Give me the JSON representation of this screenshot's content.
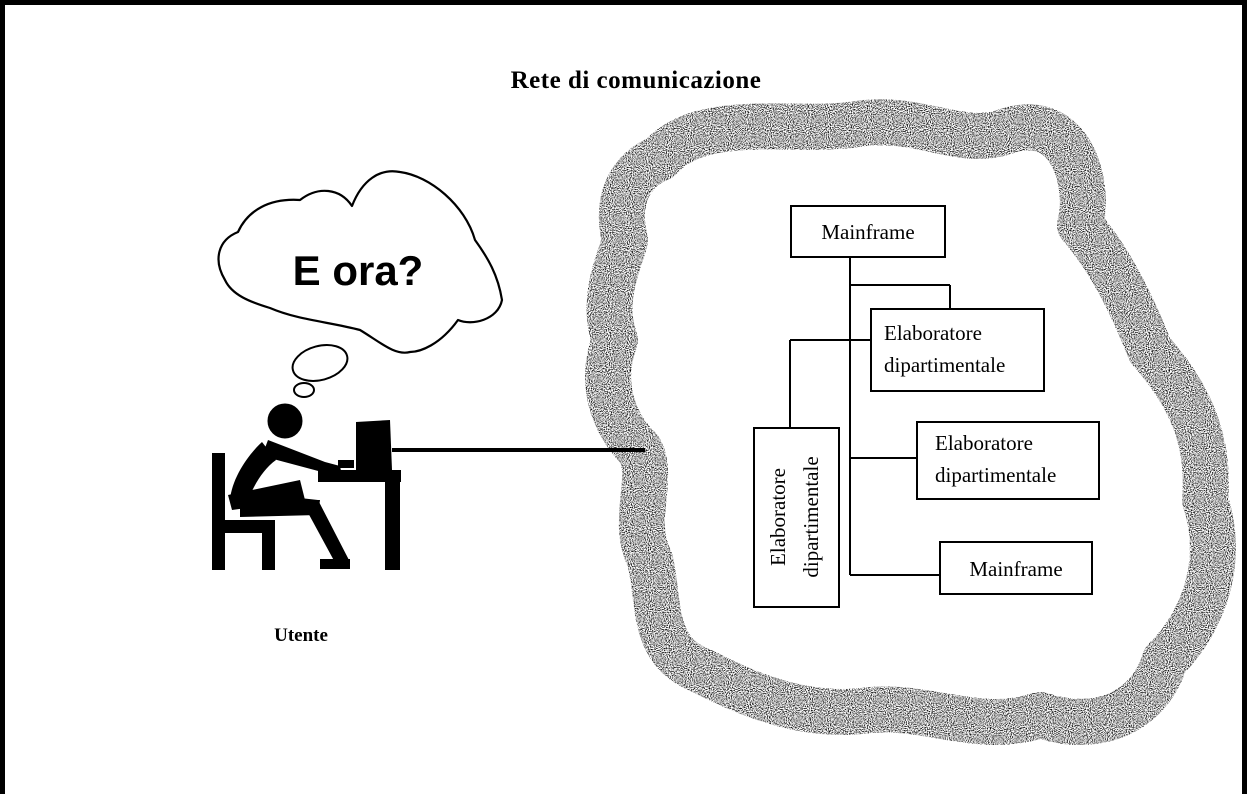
{
  "title": "Rete di comunicazione",
  "thought": "E ora?",
  "user_label": "Utente",
  "nodes": {
    "mainframe_top": "Mainframe",
    "dept_right_1": [
      "Elaboratore",
      "dipartimentale"
    ],
    "dept_left": [
      "Elaboratore",
      "dipartimentale"
    ],
    "dept_right_2": [
      "Elaboratore",
      "dipartimentale"
    ],
    "mainframe_bottom": "Mainframe"
  },
  "colors": {
    "ink": "#000000",
    "background": "#ffffff"
  }
}
